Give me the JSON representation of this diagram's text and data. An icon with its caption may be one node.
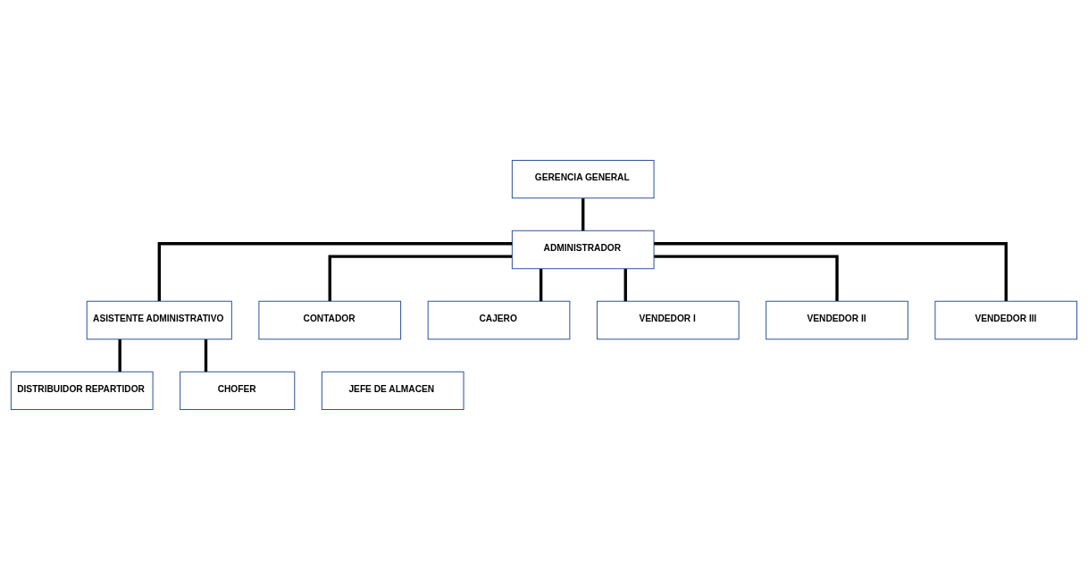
{
  "diagram": {
    "nodes": [
      {
        "text": [
          "GERENCIA GENERAL"
        ]
      },
      {
        "text": [
          "ADMINISTRADOR"
        ]
      },
      {
        "text": [
          "ASISTENTE ADMINISTRATIVO"
        ]
      },
      {
        "text": [
          "CONTADOR"
        ]
      },
      {
        "text": [
          "DISTRIBUIDOR REPARTIDOR"
        ]
      },
      {
        "text": [
          "CHOFER"
        ]
      },
      {
        "text": [
          "JEFE DE ALMACEN"
        ]
      },
      {
        "text": [
          "CAJERO"
        ]
      },
      {
        "text": [
          "VENDEDOR I"
        ]
      },
      {
        "text": [
          "VENDEDOR II"
        ]
      },
      {
        "text": [
          "VENDEDOR III"
        ]
      }
    ],
    "edges": [
      {
        "from": 0,
        "to": 1,
        "arrow": "none"
      },
      {
        "from": 1,
        "to": 2,
        "arrow": "none"
      },
      {
        "from": 1,
        "to": 3,
        "arrow": "none"
      },
      {
        "from": 2,
        "to": 4,
        "arrow": "none"
      },
      {
        "from": 2,
        "to": 5,
        "arrow": "none"
      },
      {
        "from": 1,
        "to": 7,
        "arrow": "none"
      },
      {
        "from": 1,
        "to": 8,
        "arrow": "none"
      },
      {
        "from": 1,
        "to": 9,
        "arrow": "none"
      },
      {
        "from": 1,
        "to": 10,
        "arrow": "none"
      }
    ]
  }
}
